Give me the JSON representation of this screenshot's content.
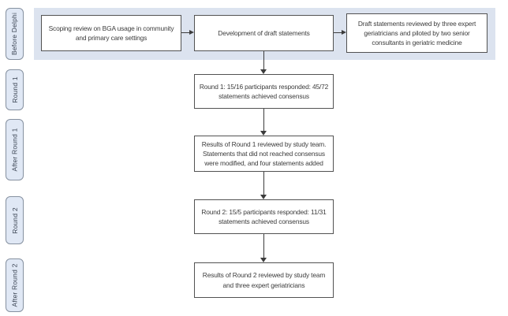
{
  "colors": {
    "band_background": "#dce3ef",
    "stage_label_fill": "#e0e8f5",
    "stage_label_border": "#8691a0",
    "box_border": "#525252",
    "text": "#3c3c3c",
    "arrow": "#3c3c3c"
  },
  "stages": [
    {
      "label": "Before Delphi"
    },
    {
      "label": "Round 1"
    },
    {
      "label": "After Round 1"
    },
    {
      "label": "Round 2"
    },
    {
      "label": "After Round 2"
    }
  ],
  "boxes": {
    "scoping": {
      "text": "Scoping review on BGA usage in community and primary care settings"
    },
    "development": {
      "text": "Development of draft statements"
    },
    "expert_review": {
      "text": "Draft statements reviewed by three expert geriatricians and piloted by two senior consultants in geriatric medicine"
    },
    "round1": {
      "text": "Round 1: 15/16 participants responded: 45/72 statements achieved consensus"
    },
    "round1_results": {
      "text": "Results of Round 1 reviewed by study team. Statements that did not reached consensus were modified, and four statements added"
    },
    "round2": {
      "text": "Round 2: 15/5 participants responded: 11/31 statements achieved consensus"
    },
    "round2_results": {
      "text": "Results of Round 2 reviewed by study team and three expert geriatricians"
    }
  }
}
